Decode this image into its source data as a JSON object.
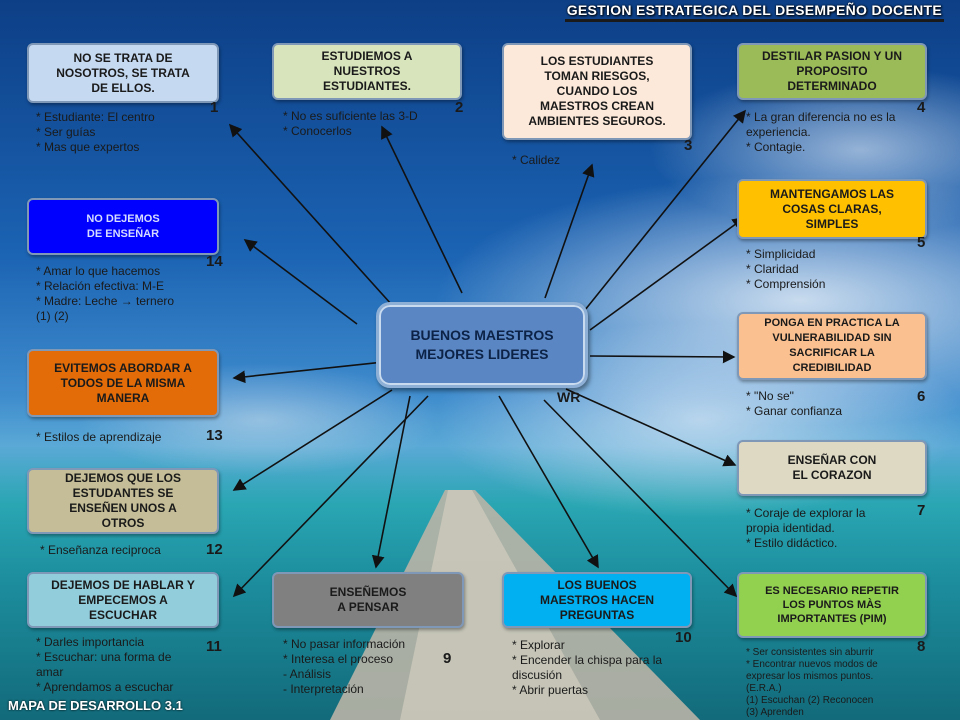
{
  "title": "GESTION ESTRATEGICA DEL DESEMPEÑO DOCENTE",
  "footer": "MAPA DE DESARROLLO 3.1",
  "center": {
    "label": "BUENOS MAESTROS\nMEJORES LIDERES",
    "tag": "WR"
  },
  "colors": {
    "light_blue": "#c5d9f1",
    "light_green": "#d7e4bc",
    "peach": "#fde9d9",
    "olive_green": "#9bbb59",
    "gold": "#ffc000",
    "salmon": "#fac090",
    "tan": "#ddd9c3",
    "bright_green": "#92d050",
    "blue": "#0000ff",
    "orange": "#e36c09",
    "khaki": "#c4bd97",
    "sky": "#92cddc",
    "gray": "#808080",
    "cyan": "#00b0f0"
  },
  "nodes": [
    {
      "n": "1",
      "label": "NO SE TRATA DE\nNOSOTROS, SE TRATA\nDE ELLOS.",
      "notes": "* Estudiante: El centro\n* Ser guías\n* Mas que expertos"
    },
    {
      "n": "2",
      "label": "ESTUDIEMOS A\nNUESTROS\nESTUDIANTES.",
      "notes": "* No es suficiente las 3-D\n* Conocerlos"
    },
    {
      "n": "3",
      "label": "LOS ESTUDIANTES\nTOMAN RIESGOS,\nCUANDO LOS\nMAESTROS CREAN\nAMBIENTES SEGUROS.",
      "notes": "* Calidez"
    },
    {
      "n": "4",
      "label": "DESTILAR PASION Y UN\nPROPOSITO\nDETERMINADO",
      "notes": "* La gran diferencia no es la\nexperiencia.\n* Contagie."
    },
    {
      "n": "5",
      "label": "MANTENGAMOS LAS\nCOSAS CLARAS,\nSIMPLES",
      "notes": "* Simplicidad\n* Claridad\n* Comprensión"
    },
    {
      "n": "6",
      "label": "PONGA EN PRACTICA LA\nVULNERABILIDAD SIN\nSACRIFICAR LA\nCREDIBILIDAD",
      "notes": "* \"No se\"\n* Ganar confianza"
    },
    {
      "n": "7",
      "label": "ENSEÑAR CON\nEL CORAZON",
      "notes": "* Coraje de explorar la\npropia identidad.\n* Estilo didáctico."
    },
    {
      "n": "8",
      "label": "ES NECESARIO REPETIR\nLOS PUNTOS MÀS\nIMPORTANTES (PIM)",
      "notes": "* Ser consistentes sin aburrir\n* Encontrar nuevos modos de\nexpresar los mismos puntos.\n(E.R.A.)\n(1) Escuchan      (2) Reconocen\n              (3) Aprenden"
    },
    {
      "n": "9",
      "label": "ENSEÑEMOS\nA PENSAR",
      "notes": "* No pasar información\n* Interesa el proceso\n     - Análisis\n     - Interpretación"
    },
    {
      "n": "10",
      "label": "LOS BUENOS\nMAESTROS HACEN\nPREGUNTAS",
      "notes": "* Explorar\n* Encender la chispa para la\ndiscusión\n* Abrir puertas"
    },
    {
      "n": "11",
      "label": "DEJEMOS DE HABLAR Y\nEMPECEMOS A\nESCUCHAR",
      "notes": "* Darles importancia\n* Escuchar: una forma de\namar\n* Aprendamos a escuchar"
    },
    {
      "n": "12",
      "label": "DEJEMOS QUE LOS\nESTUDANTES SE\nENSEÑEN UNOS A\nOTROS",
      "notes": "* Enseñanza reciproca"
    },
    {
      "n": "13",
      "label": "EVITEMOS ABORDAR  A\nTODOS DE LA MISMA\nMANERA",
      "notes": "* Estilos de aprendizaje"
    },
    {
      "n": "14",
      "label": "NO DEJEMOS\nDE ENSEÑAR",
      "notes": "* Amar lo que hacemos\n* Relación efectiva: M-E\n* Madre: Leche → ternero\n        (1)          (2)"
    }
  ]
}
